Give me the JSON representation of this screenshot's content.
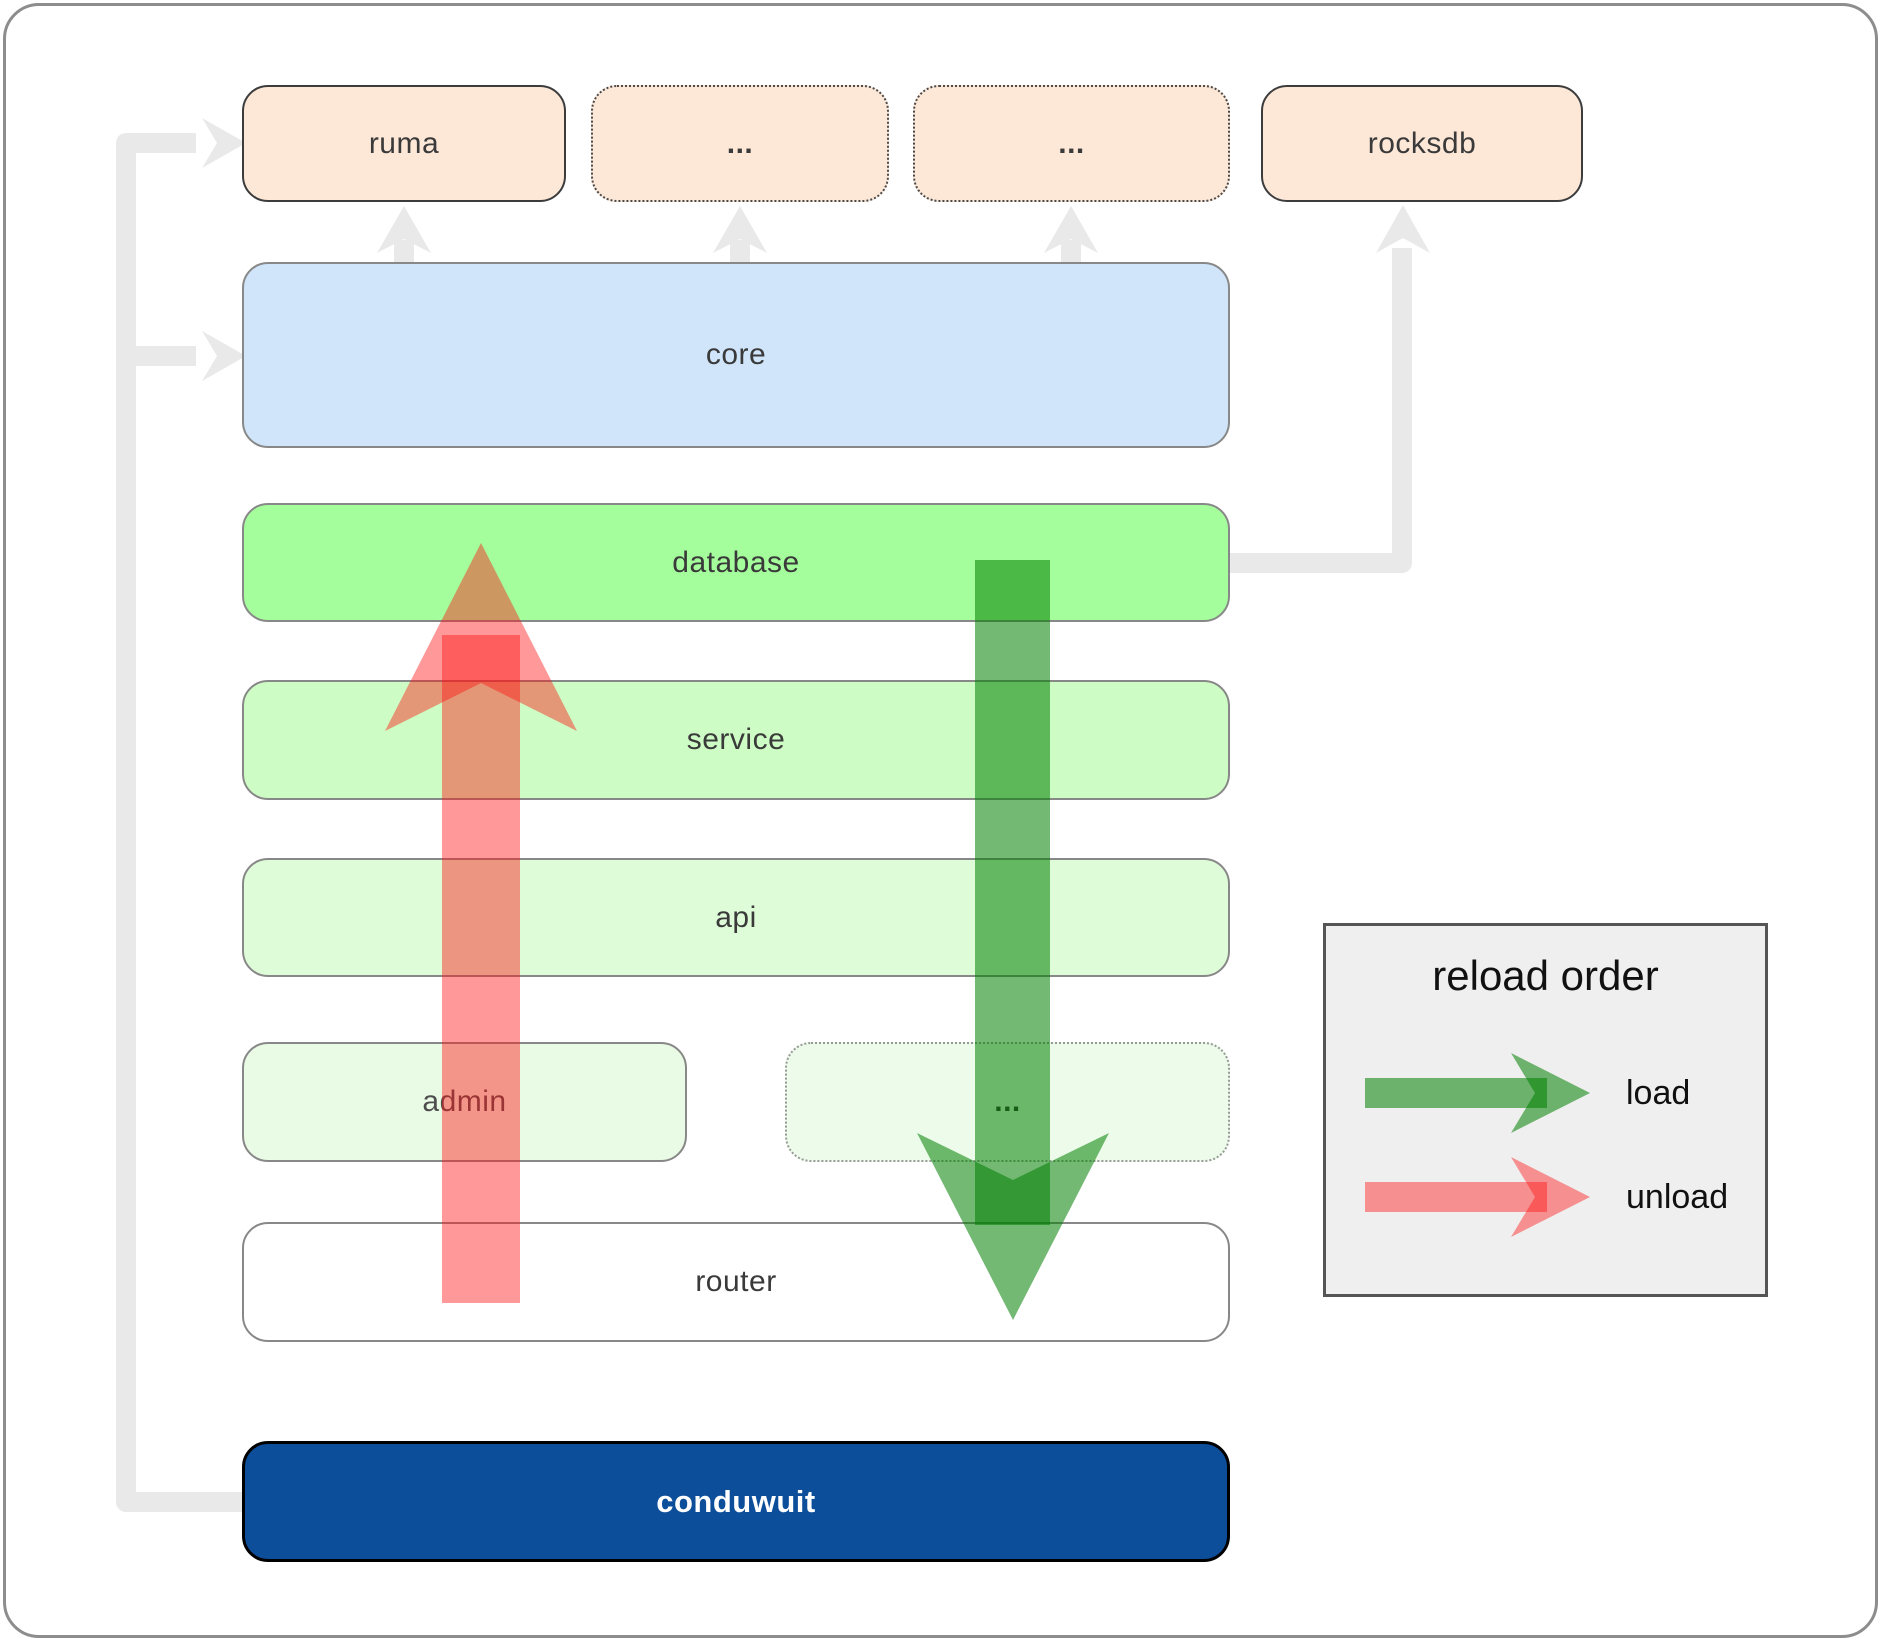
{
  "nodes": {
    "ruma": {
      "label": "ruma"
    },
    "extra1": {
      "label": "..."
    },
    "extra2": {
      "label": "..."
    },
    "rocksdb": {
      "label": "rocksdb"
    },
    "core": {
      "label": "core"
    },
    "database": {
      "label": "database"
    },
    "service": {
      "label": "service"
    },
    "api": {
      "label": "api"
    },
    "admin": {
      "label": "admin"
    },
    "extra3": {
      "label": "..."
    },
    "router": {
      "label": "router"
    },
    "conduwuit": {
      "label": "conduwuit"
    }
  },
  "legend": {
    "title": "reload order",
    "items": [
      {
        "label": "load"
      },
      {
        "label": "unload"
      }
    ]
  },
  "colors": {
    "peach": "#fde8d8",
    "core_blue": "#d0e5fa",
    "database_green": "#a5fe9c",
    "service_green": "#cdfdc4",
    "api_green": "#defcd8",
    "admin_green": "#e9fbe4",
    "extra_green": "#edfcea",
    "router_white": "#ffffff",
    "conduwuit_blue": "#0d4e9b",
    "connector_gray": "#e9e9e9",
    "load_green": "#008000",
    "unload_red": "#ff1414",
    "legend_bg": "#efefef",
    "label_dark": "#3a3a3a",
    "admin_label_gray": "#4d4d4d",
    "conduwuit_label": "#ffffff"
  }
}
